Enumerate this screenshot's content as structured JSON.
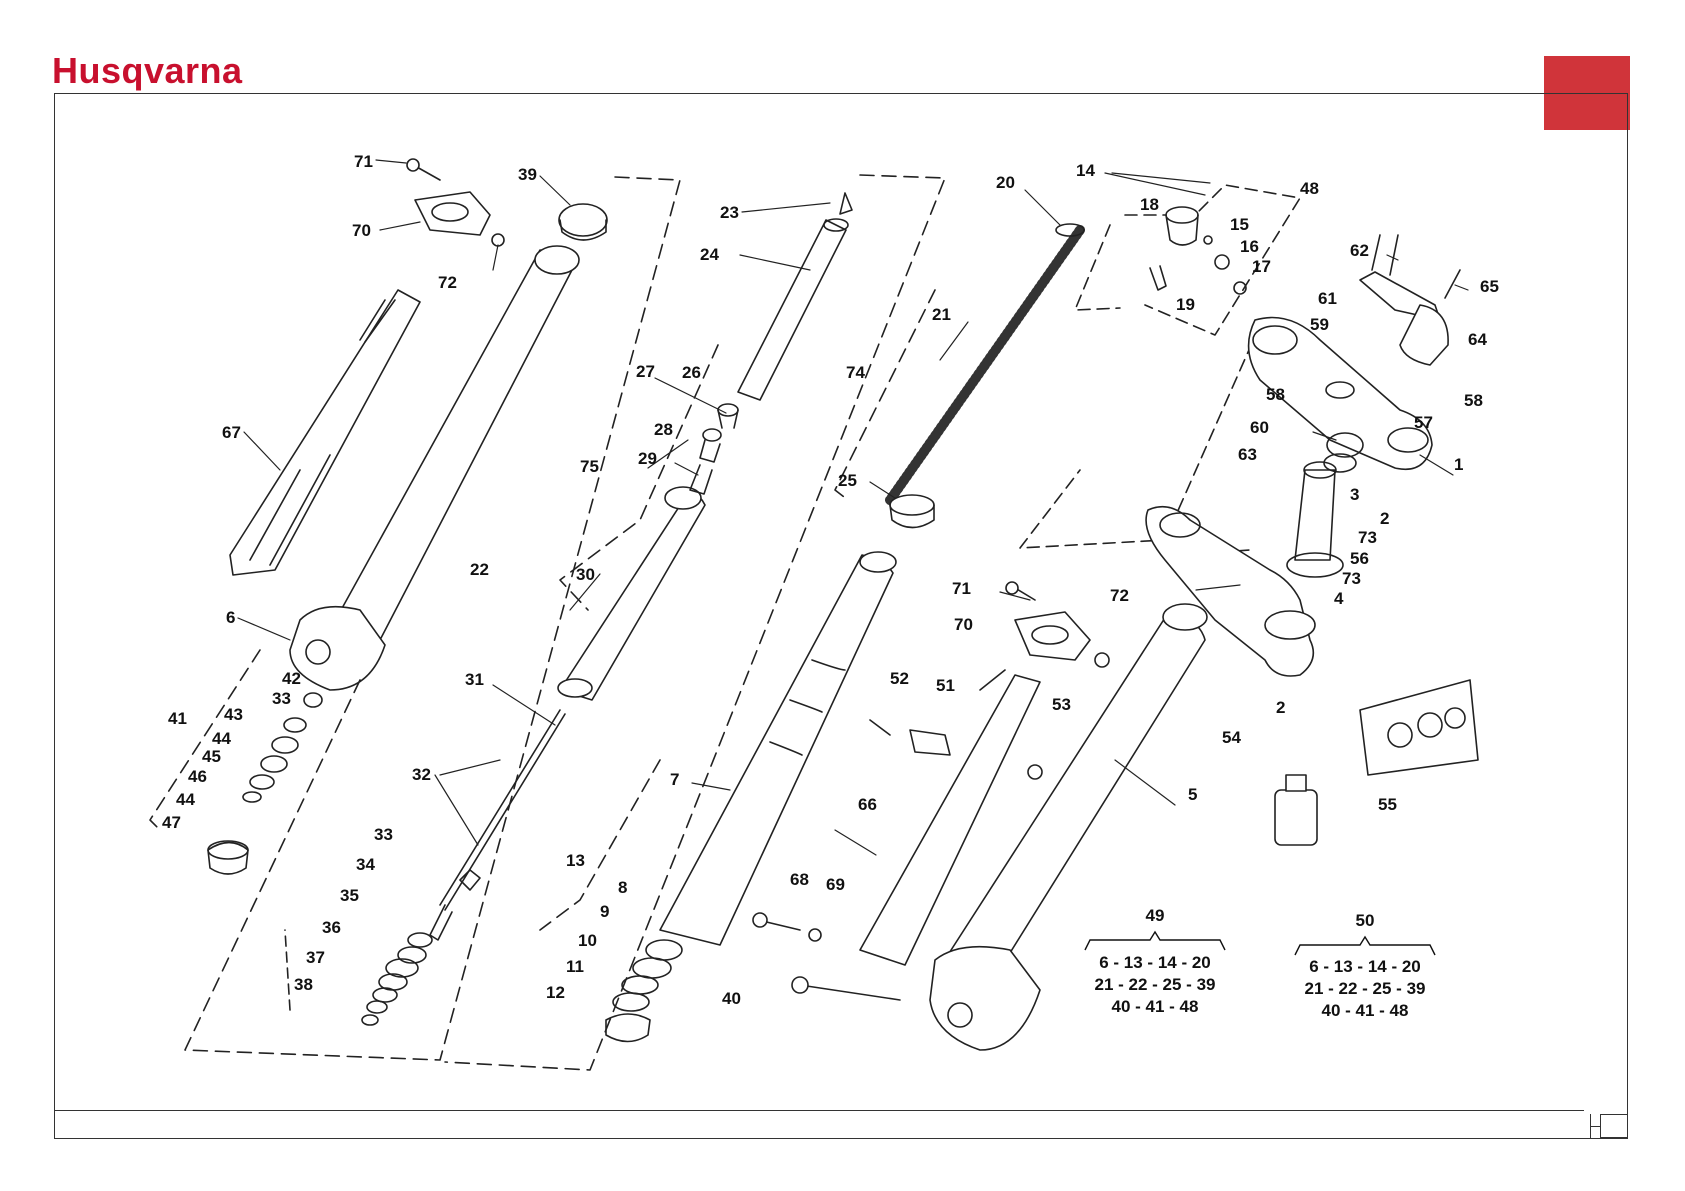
{
  "header": {
    "brand": "Husqvarna"
  },
  "kits": [
    {
      "number": "49",
      "lines": [
        "6 - 13 - 14 - 20",
        "21 - 22 - 25 - 39",
        "40 - 41 - 48"
      ]
    },
    {
      "number": "50",
      "lines": [
        "6 - 13 - 14 - 20",
        "21 - 22 - 25 - 39",
        "40 - 41 - 48"
      ]
    }
  ],
  "part_labels": [
    "71",
    "70",
    "72",
    "39",
    "67",
    "6",
    "42",
    "33",
    "43",
    "44",
    "45",
    "46",
    "41",
    "44",
    "47",
    "22",
    "31",
    "32",
    "33",
    "34",
    "35",
    "36",
    "37",
    "38",
    "23",
    "24",
    "27",
    "26",
    "28",
    "29",
    "75",
    "30",
    "74",
    "20",
    "21",
    "25",
    "7",
    "13",
    "8",
    "9",
    "10",
    "11",
    "12",
    "14",
    "48",
    "18",
    "15",
    "16",
    "17",
    "19",
    "62",
    "65",
    "61",
    "59",
    "64",
    "58",
    "57",
    "58",
    "1",
    "60",
    "63",
    "3",
    "2",
    "73",
    "56",
    "73",
    "4",
    "2",
    "71",
    "70",
    "72",
    "52",
    "51",
    "53",
    "5",
    "54",
    "55",
    "66",
    "68",
    "69",
    "40"
  ]
}
